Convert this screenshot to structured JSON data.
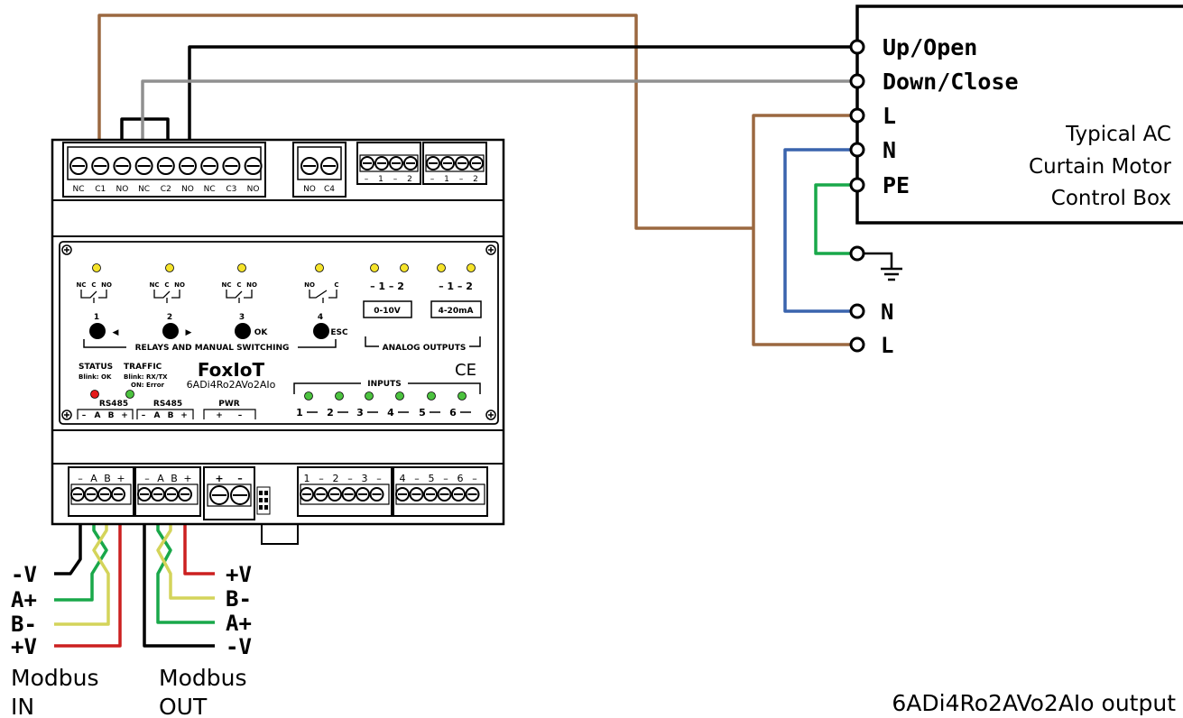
{
  "colors": {
    "brown": "#9b6840",
    "black": "#000000",
    "gray": "#909090",
    "blue": "#3a64ad",
    "green": "#19a84a",
    "yellow": "#d4d45a",
    "red": "#cc2020",
    "led_yellow": "#f5e32a",
    "led_green": "#4cc23f",
    "led_red": "#e51b1b"
  },
  "control_box": {
    "terminals": [
      "Up/Open",
      "Down/Close",
      "L",
      "N",
      "PE"
    ],
    "title_lines": [
      "Typical AC",
      "Curtain Motor",
      "Control Box"
    ]
  },
  "power": {
    "n_label": "N",
    "l_label": "L",
    "ground_icon": "ground-icon"
  },
  "device": {
    "relay_terminals": [
      "NC",
      "C1",
      "NO",
      "NC",
      "C2",
      "NO",
      "NC",
      "C3",
      "NO"
    ],
    "relay4_terminals": [
      "NO",
      "C4"
    ],
    "ao_terminals": [
      "–",
      "1",
      "–",
      "2"
    ],
    "relay_switch_labels": [
      "NC",
      "C",
      "NO"
    ],
    "relay4_switch_labels": [
      "NO",
      "C"
    ],
    "button_numbers": [
      "1",
      "2",
      "3",
      "4"
    ],
    "button_arrows": [
      "◀",
      "▶",
      "OK",
      "ESC"
    ],
    "relays_caption": "RELAYS AND MANUAL SWITCHING",
    "ao_ticks": "– 1 – 2",
    "ao_box1": "0-10V",
    "ao_box2": "4-20mA",
    "ao_caption": "ANALOG OUTPUTS",
    "status_label": "STATUS",
    "status_sub": "Blink: OK",
    "traffic_label": "TRAFFIC",
    "traffic_sub1": "Blink: RX/TX",
    "traffic_sub2": "ON: Error",
    "brand": "FoxIoT",
    "model": "6ADi4Ro2AVo2AIo",
    "ce_mark": "CE",
    "inputs_caption": "INPUTS",
    "input_numbers": [
      "1",
      "2",
      "3",
      "4",
      "5",
      "6"
    ],
    "rs485_label": "RS485",
    "pwr_label": "PWR",
    "rs485_pins": [
      "–",
      "A",
      "B",
      "+"
    ],
    "pwr_pins": [
      "+",
      "–"
    ],
    "bottom_rs485_pins": [
      "–",
      "A",
      "B",
      "+"
    ],
    "bottom_pwr_pins": [
      "+",
      "–"
    ],
    "bottom_input_pins_a": [
      "1",
      "–",
      "2",
      "–",
      "3",
      "–"
    ],
    "bottom_input_pins_b": [
      "4",
      "–",
      "5",
      "–",
      "6",
      "–"
    ]
  },
  "modbus_in": {
    "labels": [
      "-V",
      "A+",
      "B-",
      "+V"
    ],
    "caption_lines": [
      "Modbus",
      "IN"
    ]
  },
  "modbus_out": {
    "labels": [
      "+V",
      "B-",
      "A+",
      "-V"
    ],
    "caption_lines": [
      "Modbus",
      "OUT"
    ]
  },
  "caption": "6ADi4Ro2AVo2AIo output"
}
